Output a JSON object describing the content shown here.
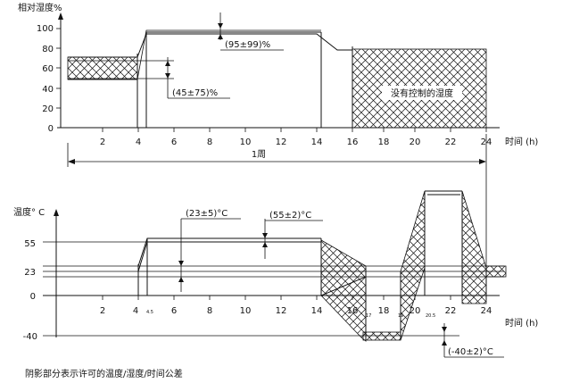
{
  "humidity": {
    "y_label": "相对湿度%",
    "y_ticks": [
      "100",
      "80",
      "60",
      "40",
      "20",
      "0"
    ],
    "x_ticks": [
      "2",
      "4",
      "6",
      "8",
      "10",
      "12",
      "14",
      "16",
      "18",
      "20",
      "22",
      "24"
    ],
    "x_unit": "时间 (h)",
    "annot_high": "(95±99)%",
    "annot_low": "(45±75)%",
    "uncontrolled": "没有控制的湿度",
    "period": "1周"
  },
  "temperature": {
    "y_label": "温度° C",
    "y_ticks": [
      "55",
      "23",
      "0",
      "-40"
    ],
    "x_ticks": [
      "2",
      "4",
      "6",
      "8",
      "10",
      "12",
      "14",
      "16",
      "18",
      "20",
      "22",
      "24"
    ],
    "x_unit": "时间 (h)",
    "minor_ticks": [
      "4.5",
      "17",
      "19",
      "20.5"
    ],
    "annot_23": "(23±5)°C",
    "annot_55": "(55±2)°C",
    "annot_m40": "(-40±2)°C"
  },
  "caption": "阴影部分表示许可的温度/湿度/时间公差"
}
